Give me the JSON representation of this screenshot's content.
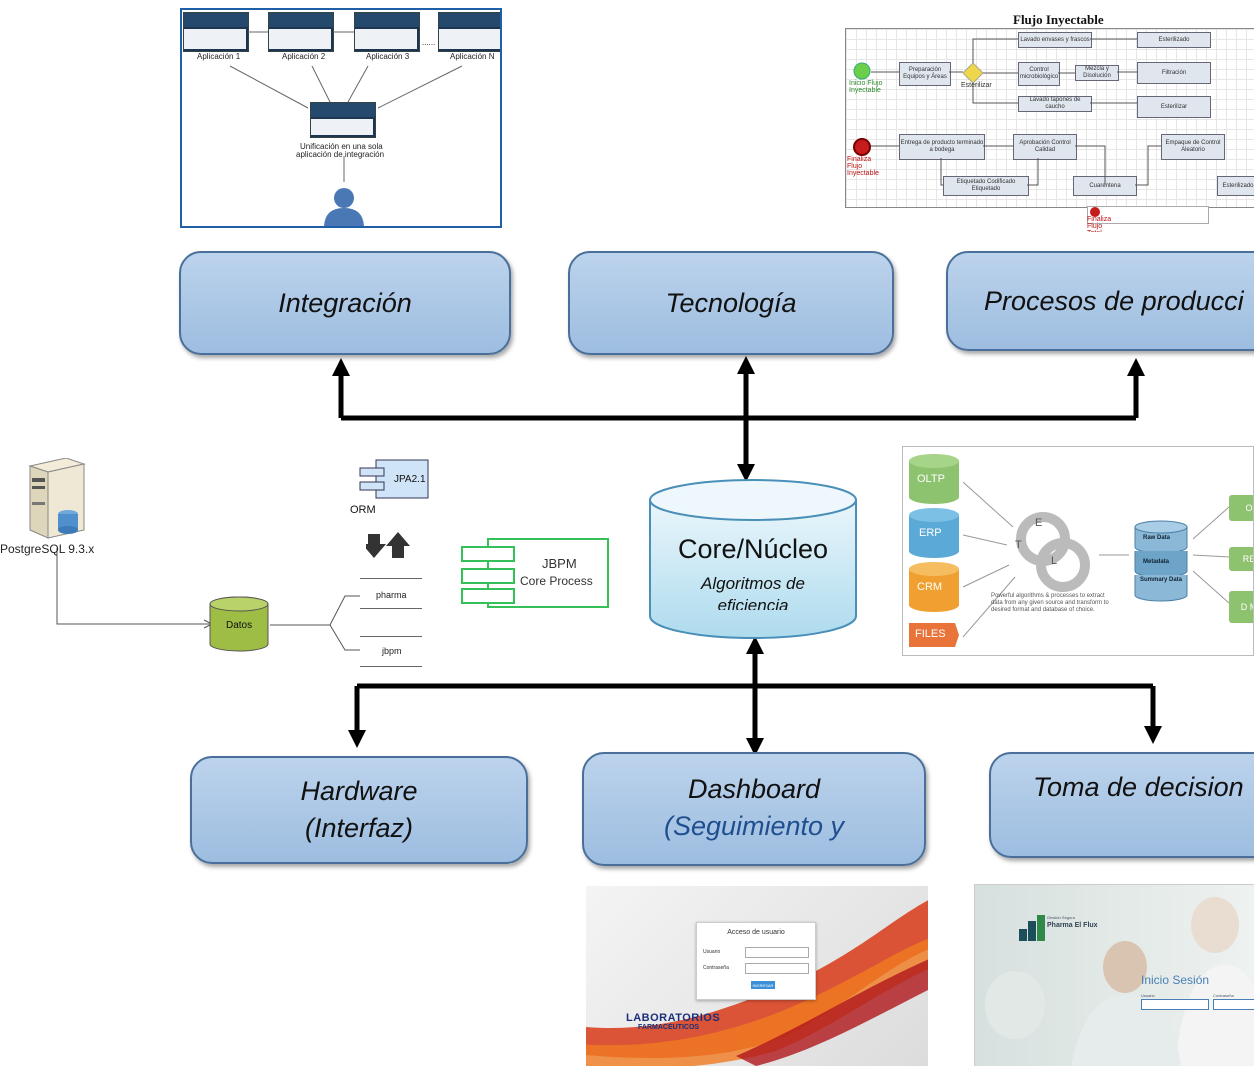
{
  "boxes": {
    "integracion": "Integración",
    "tecnologia": "Tecnología",
    "procesos": "Procesos de producci",
    "hardware_line1": "Hardware",
    "hardware_line2": "(Interfaz)",
    "dashboard_line1": "Dashboard",
    "dashboard_line2": "(Seguimiento y",
    "toma": "Toma de decision"
  },
  "core": {
    "title": "Core/Núcleo",
    "subtitle": "Algoritmos de",
    "subtitle2": "eficiencia"
  },
  "integration_thumb": {
    "apps": [
      "Aplicación 1",
      "Aplicación 2",
      "Aplicación 3",
      "Aplicación N"
    ],
    "dots": "......",
    "unify_line1": "Unificación en una sola",
    "unify_line2": "aplicación de integración"
  },
  "flujo": {
    "title": "Flujo Inyectable",
    "start_label": "Inicio Flujo Inyectable",
    "end_label": "Finaliza Flujo Inyectable",
    "end2_label": "Finaliza Flujo Total",
    "gateway_label": "Esterilizar",
    "tasks": [
      "Lavado envases y frascos",
      "Esterilizado",
      "Preparación Equipos y Áreas",
      "Control microbiológico",
      "Mezcla y Disolución",
      "Filtración",
      "Lavado tapones de caucho",
      "Esterilizar",
      "Entrega de producto terminado a bodega",
      "Aprobación Control Calidad",
      "Empaque de Control Aleatorio",
      "Etiquetado Codificado Etiquetado",
      "Cuarentena",
      "Esterilizado"
    ]
  },
  "left": {
    "server_label": "PostgreSQL 9.3.x",
    "datos_label": "Datos",
    "jpa_label": "JPA2.1",
    "orm_label": "ORM",
    "schema1": "pharma",
    "schema2": "jbpm",
    "jbpm_line1": "JBPM",
    "jbpm_line2": "Core Process"
  },
  "etl": {
    "sources": [
      "OLTP",
      "ERP",
      "CRM",
      "FILES"
    ],
    "letters": [
      "E",
      "T",
      "L"
    ],
    "desc": "Powerful algorithms & processes to extract data from any given source and transform to desired format and database of choice.",
    "stores": [
      "Raw Data",
      "Metadata",
      "Summary Data"
    ],
    "outputs": [
      "O",
      "RE",
      "D M"
    ]
  },
  "login1": {
    "title": "Acceso de usuario",
    "user_label": "Usuario",
    "pass_label": "Contraseña",
    "button": "INGRESAR",
    "brand_line1": "LABORATORIOS",
    "brand_line2": "FARMACÉUTICOS"
  },
  "login2": {
    "brand_small": "Gestión Segura",
    "brand": "Pharma El Flux",
    "title": "Inicio Sesión",
    "user_label": "Usuario",
    "pass_label": "Contraseña"
  },
  "colors": {
    "box_fill": "#a9c6e6",
    "box_border": "#4a6f9a",
    "core_fill": "#d4eef8",
    "etl_green": "#8dc26f",
    "etl_blue": "#5aa9d6",
    "etl_orange": "#f0a030",
    "etl_files": "#e8743a"
  }
}
